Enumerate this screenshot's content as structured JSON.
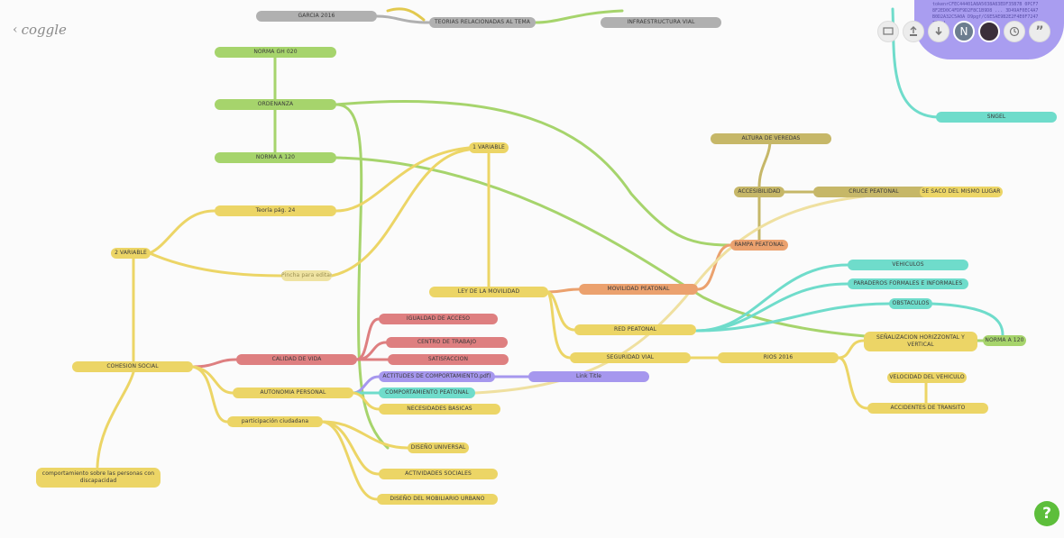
{
  "app": {
    "logo": "coggle",
    "help_label": "?",
    "user_initial": "N"
  },
  "toolbar": {
    "buttons": [
      "present-icon",
      "share-icon",
      "download-icon",
      "history-icon",
      "quote-icon"
    ]
  },
  "colors": {
    "green": "#a6d46c",
    "yellow": "#ecd566",
    "red": "#de7f80",
    "orange": "#eba16e",
    "olive": "#c6b768",
    "teal": "#6fdccb",
    "purple": "#a697ee",
    "grey": "#b0b0b0"
  },
  "image_node_text": "tokenrCFEC44401A8A5038A83EDF35B7B 0PCF78F2ED0C4FDF9D2F8C1B9D8 ... 3D49AF0EC4A7B0D2A32C5A0A D9pgf/C6E5AE9B2E2F4E0F72472E4 )",
  "nodes": {
    "garcia": "GARCIA 2016",
    "teorias": "TEORIAS RELACIONADAS AL TEMA",
    "infraestructura": "INFRAESTRUCTURA VIAL",
    "norma_gh": "NORMA GH 020",
    "ordenanza": "ORDENANZA",
    "norma_a120_left": "NORMA A 120",
    "teoria_pag": "Teoría pág. 24",
    "var1": "1 VARIABLE",
    "var2": "2 VARIABLE",
    "pincha": "Pincha para editar",
    "ley": "LEY DE LA MOVILIDAD",
    "movilidad": "MOVILIDAD PEATONAL",
    "red_peatonal": "RED PEATONAL",
    "seguridad": "SEGURIDAD VIAL",
    "rios": "RIOS 2016",
    "senalizacion": "SEÑALIZACION HORIZZONTAL Y VERTICAL",
    "norma_a120_right": "NORMA A 120",
    "velocidad": "VELOCIDAD DEL VEHICULO",
    "accidentes": "ACCIDENTES DE TRANSITO",
    "altura": "ALTURA DE VEREDAS",
    "accesibilidad": "ACCESIBILIDAD",
    "cruce": "CRUCE PEATONAL",
    "se_saco": "SE SACO DEL MISMO LUGAR",
    "rampa": "RAMPA PEATONAL",
    "vehiculos": "VEHICULOS",
    "paraderos": "PARADEROS FORMALES E INFORMALES",
    "obstaculos": "OBSTACULOS",
    "sngel": "SNGEL",
    "cohesion": "COHESION SOCIAL",
    "calidad": "CALIDAD DE VIDA",
    "igualdad": "IGUALDAD DE ACCESO",
    "centro": "CENTRO DE TRABAJO",
    "satisfaccion": "SATISFACCION",
    "autonomia": "AUTONOMIA PERSONAL",
    "actitudes": "ACTITUDES DE COMPORTAMIENTO.pdf)",
    "link": "Link Title",
    "comportamiento_peatonal": "COMPORTAMIENTO PEATONAL",
    "necesidades": "NECESIDADES BASICAS",
    "participacion": "participación ciudadana",
    "diseno_universal": "DISEÑO UNIVERSAL",
    "actividades": "ACTIVIDADES SOCIALES",
    "mobiliario": "DISEÑO DEL MOBILIARIO URBANO",
    "comportamiento_personas": "comportamiento sobre las personas con discapacidad"
  }
}
